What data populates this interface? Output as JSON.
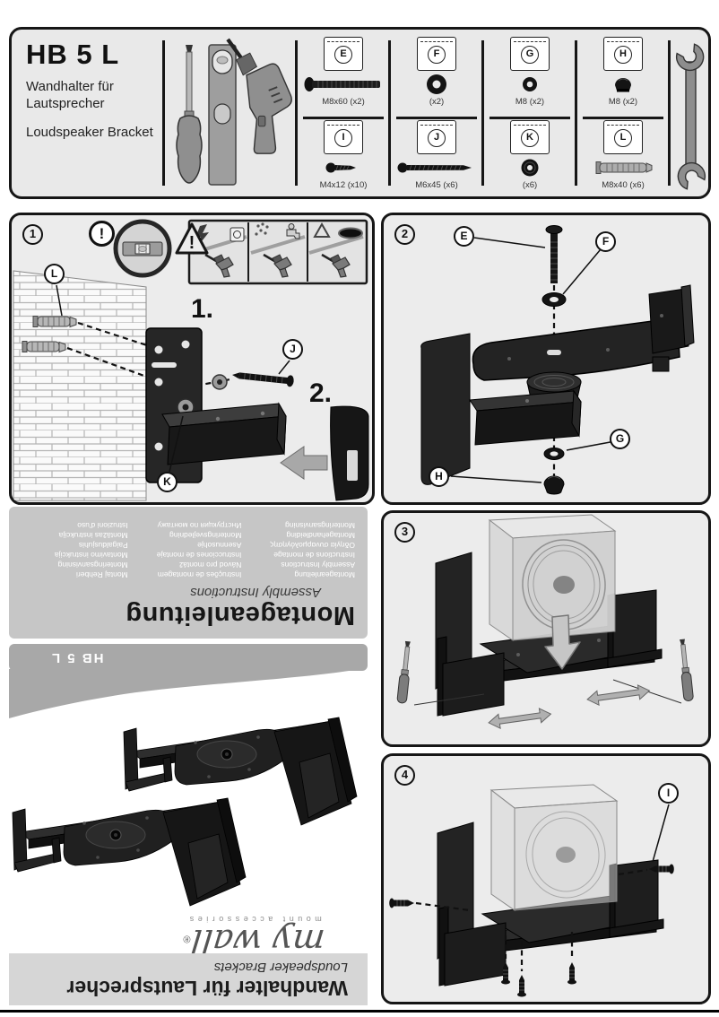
{
  "header": {
    "model": "HB 5 L",
    "subtitle_de_1": "Wandhalter für",
    "subtitle_de_2": "Lautsprecher",
    "subtitle_en": "Loudspeaker Bracket",
    "tools": [
      "phillips-screwdriver",
      "spirit-level",
      "drill",
      "open-end-wrench"
    ],
    "parts": [
      {
        "id": "E",
        "spec": "M8x60 (x2)",
        "icon": "hex-bolt"
      },
      {
        "id": "F",
        "spec": "(x2)",
        "icon": "washer-large"
      },
      {
        "id": "G",
        "spec": "M8 (x2)",
        "icon": "washer-small"
      },
      {
        "id": "H",
        "spec": "M8 (x2)",
        "icon": "cap-nut"
      },
      {
        "id": "I",
        "spec": "M4x12 (x10)",
        "icon": "screw-short"
      },
      {
        "id": "J",
        "spec": "M6x45 (x6)",
        "icon": "screw-long"
      },
      {
        "id": "K",
        "spec": "(x6)",
        "icon": "rubber-washer"
      },
      {
        "id": "L",
        "spec": "M8x40 (x6)",
        "icon": "wall-plug"
      }
    ]
  },
  "steps": {
    "s1": {
      "num": "1",
      "warn": "!",
      "label_l": "L",
      "label_j": "J",
      "label_k": "K",
      "sub_1": "1.",
      "sub_2": "2."
    },
    "s2": {
      "num": "2",
      "label_e": "E",
      "label_f": "F",
      "label_g": "G",
      "label_h": "H"
    },
    "s3": {
      "num": "3"
    },
    "s4": {
      "num": "4",
      "label_i": "I"
    }
  },
  "cover": {
    "heading": "Montageanleitung",
    "heading_sub": "Assembly Instructions",
    "languages_col1": [
      "Montageanleitung",
      "Assembly Instructions",
      "Instructions de montage",
      "Οδηγία συναρμολόγησης",
      "Montagehandleiding",
      "Monteringsanvisning"
    ],
    "languages_col2": [
      "Instruções de montagem",
      "Návod pro montáž",
      "Instrucciones de montaje",
      "Asennusohje",
      "Monteringsvejledning",
      "Инструкция по монтажу"
    ],
    "languages_col3": [
      "Montaj Rehberi",
      "Monteringsanvisning",
      "Montavimo instrukcija",
      "Paigaldusjuhis",
      "Montāžas instrukcija",
      "Istruzioni d'uso"
    ],
    "model_band": "HB 5 L",
    "brand": "my wall",
    "brand_reg": "®",
    "brand_tagline": "mount accessories",
    "footer_title_de": "Wandhalter für Lautsprecher",
    "footer_title_en": "Loudspeaker Brackets"
  },
  "colors": {
    "panel_bg": "#ececec",
    "ink": "#1a1a1a",
    "band_gray": "#a8a8a8",
    "cover_block_gray": "#c6c6c6",
    "footer_band_gray": "#d6d6d6"
  }
}
